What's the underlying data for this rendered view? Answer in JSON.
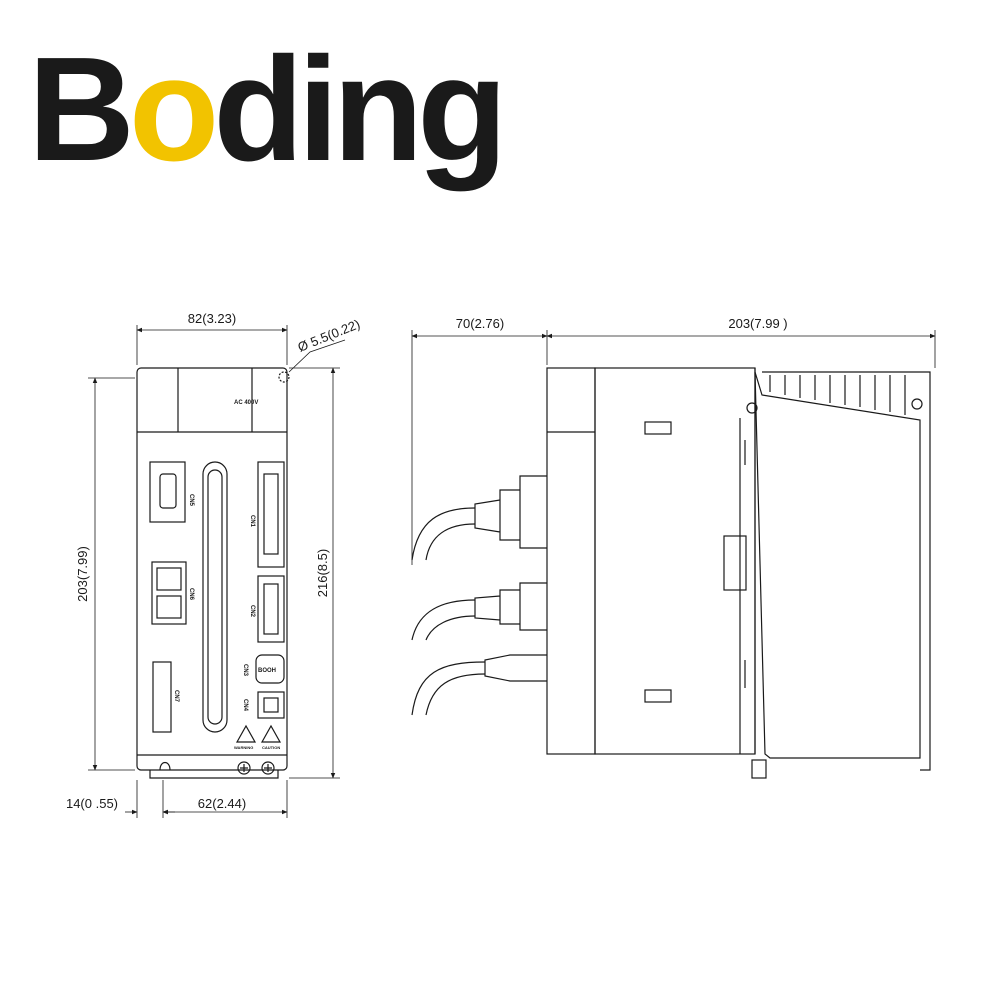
{
  "logo": {
    "before": "B",
    "accent": "o",
    "after": "ding",
    "accent_color": "#f2c300"
  },
  "front_view": {
    "width_top": "82(3.23)",
    "hole": "Ø 5.5(0.22)",
    "height_left": "203(7.99)",
    "height_right": "216(8.5)",
    "bottom_left": "14(0 .55)",
    "bottom_mid": "62(2.44)",
    "connectors": {
      "cn5": "CN5",
      "cn1": "CN1",
      "cn6": "CN6",
      "cn2": "CN2",
      "cn3": "CN3",
      "cn4": "CN4",
      "cn7": "CN7",
      "boot": "BOOH"
    },
    "warning": "WARNING",
    "caution": "CAUTION",
    "model": "AC 400V"
  },
  "side_view": {
    "cable_depth": "70(2.76)",
    "depth": "203(7.99 )"
  }
}
